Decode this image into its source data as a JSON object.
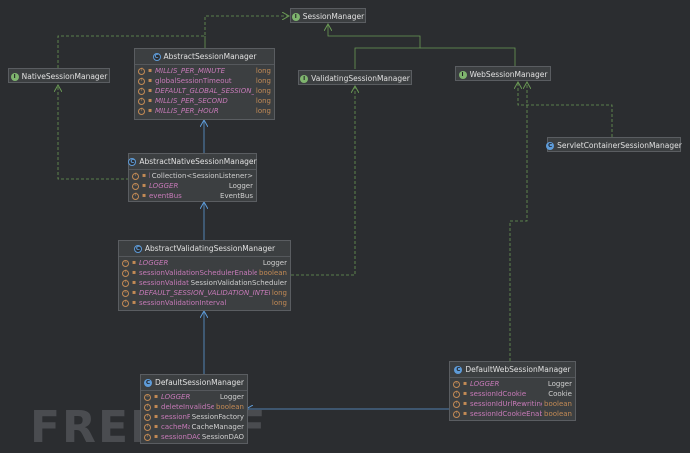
{
  "nodes": {
    "session_manager": {
      "name": "SessionManager",
      "kind": "interface"
    },
    "native_session_manager": {
      "name": "NativeSessionManager",
      "kind": "interface"
    },
    "validating_session_manager": {
      "name": "ValidatingSessionManager",
      "kind": "interface"
    },
    "web_session_manager": {
      "name": "WebSessionManager",
      "kind": "interface"
    },
    "servlet_container_session_manager": {
      "name": "ServletContainerSessionManager",
      "kind": "class"
    },
    "abstract_session_manager": {
      "name": "AbstractSessionManager",
      "kind": "abstract",
      "fields": [
        {
          "name": "MILLIS_PER_MINUTE",
          "type": "long"
        },
        {
          "name": "globalSessionTimeout",
          "type": "long"
        },
        {
          "name": "DEFAULT_GLOBAL_SESSION_TIMEOUT",
          "type": "long"
        },
        {
          "name": "MILLIS_PER_SECOND",
          "type": "long"
        },
        {
          "name": "MILLIS_PER_HOUR",
          "type": "long"
        }
      ]
    },
    "abstract_native_session_manager": {
      "name": "AbstractNativeSessionManager",
      "kind": "abstract",
      "fields": [
        {
          "name": "listeners",
          "type": "Collection<SessionListener>"
        },
        {
          "name": "LOGGER",
          "type": "Logger"
        },
        {
          "name": "eventBus",
          "type": "EventBus"
        }
      ]
    },
    "abstract_validating_session_manager": {
      "name": "AbstractValidatingSessionManager",
      "kind": "abstract",
      "fields": [
        {
          "name": "LOGGER",
          "type": "Logger"
        },
        {
          "name": "sessionValidationSchedulerEnabled",
          "type": "boolean"
        },
        {
          "name": "sessionValidationScheduler",
          "type": "SessionValidationScheduler"
        },
        {
          "name": "DEFAULT_SESSION_VALIDATION_INTERVA...",
          "type": "long"
        },
        {
          "name": "sessionValidationInterval",
          "type": "long"
        }
      ]
    },
    "default_session_manager": {
      "name": "DefaultSessionManager",
      "kind": "class",
      "fields": [
        {
          "name": "LOGGER",
          "type": "Logger"
        },
        {
          "name": "deleteInvalidSessions",
          "type": "boolean"
        },
        {
          "name": "sessionFactory",
          "type": "SessionFactory"
        },
        {
          "name": "cacheManager",
          "type": "CacheManager"
        },
        {
          "name": "sessionDAO",
          "type": "SessionDAO"
        }
      ]
    },
    "default_web_session_manager": {
      "name": "DefaultWebSessionManager",
      "kind": "class",
      "fields": [
        {
          "name": "LOGGER",
          "type": "Logger"
        },
        {
          "name": "sessionIdCookie",
          "type": "Cookie"
        },
        {
          "name": "sessionIdUrlRewritingEnabled",
          "type": "boolean"
        },
        {
          "name": "sessionIdCookieEnabled",
          "type": "boolean"
        }
      ]
    }
  },
  "watermark": "FREEBUF",
  "colors": {
    "background": "#2b2d30",
    "node": "#3c3f41",
    "implements": "#6a9955",
    "extends": "#5e9bd8",
    "field_name": "#c77ab8"
  }
}
